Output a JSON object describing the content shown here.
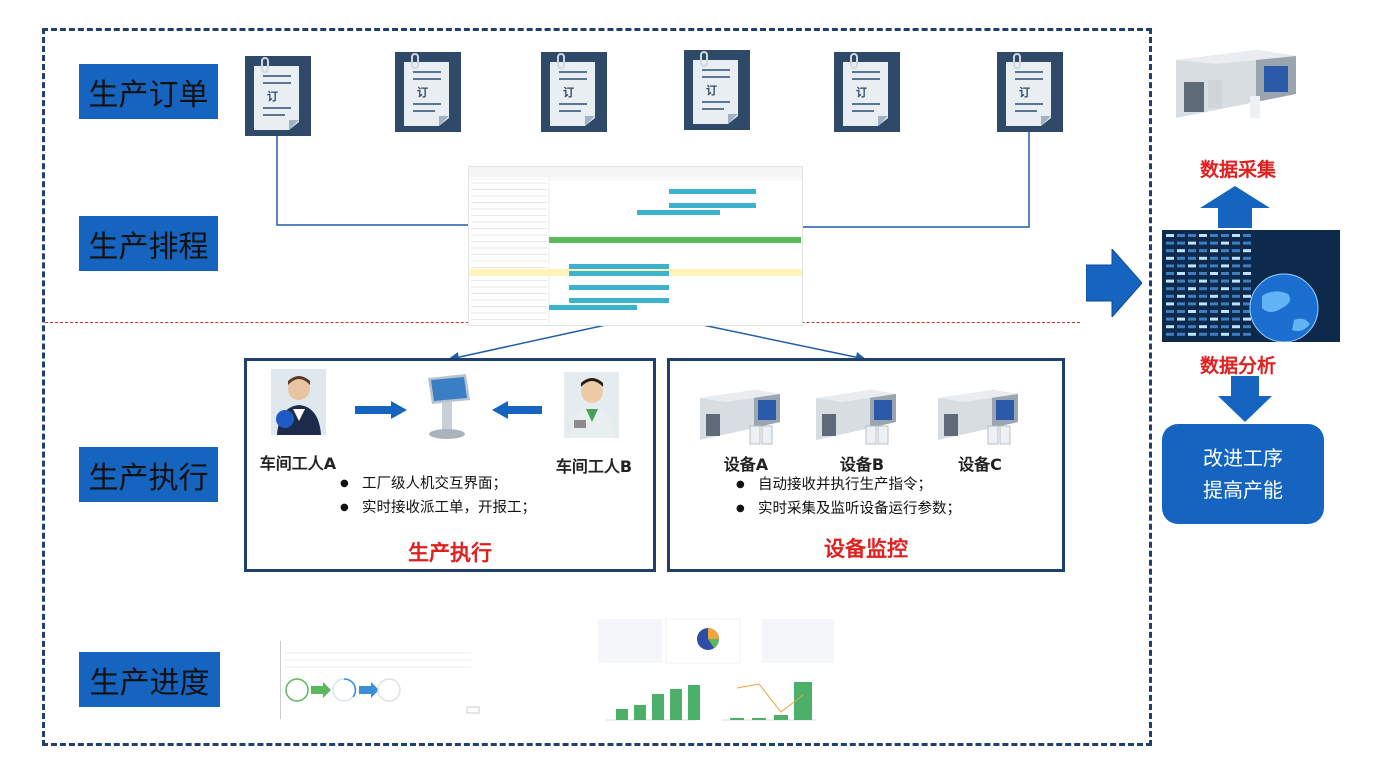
{
  "phases": {
    "order": "生产订单",
    "schedule": "生产排程",
    "execution": "生产执行",
    "progress": "生产进度"
  },
  "order_icon_glyph": "订",
  "execution_panel": {
    "worker_a": "车间工人A",
    "worker_b": "车间工人B",
    "bullets": [
      "工厂级人机交互界面；",
      "实时接收派工单，开报工；"
    ],
    "title": "生产执行"
  },
  "monitoring_panel": {
    "devices": [
      "设备A",
      "设备B",
      "设备C"
    ],
    "bullets": [
      "自动接收并执行生产指令；",
      "实时采集及监听设备运行参数；"
    ],
    "title": "设备监控"
  },
  "side": {
    "collect": "数据采集",
    "analysis": "数据分析",
    "improve_line1": "改进工序",
    "improve_line2": "提高产能"
  },
  "colors": {
    "label_blue": "#1565c0",
    "frame_navy": "#1f3f6e",
    "accent_red": "#e01f1f",
    "gantt_bar": "#3bb3cf",
    "gantt_critical": "#5cb85c"
  },
  "icons": [
    "document-icon",
    "worker-avatar",
    "kiosk-terminal-icon",
    "factory-equipment-icon",
    "server-globe-icon",
    "arrow-icon"
  ]
}
